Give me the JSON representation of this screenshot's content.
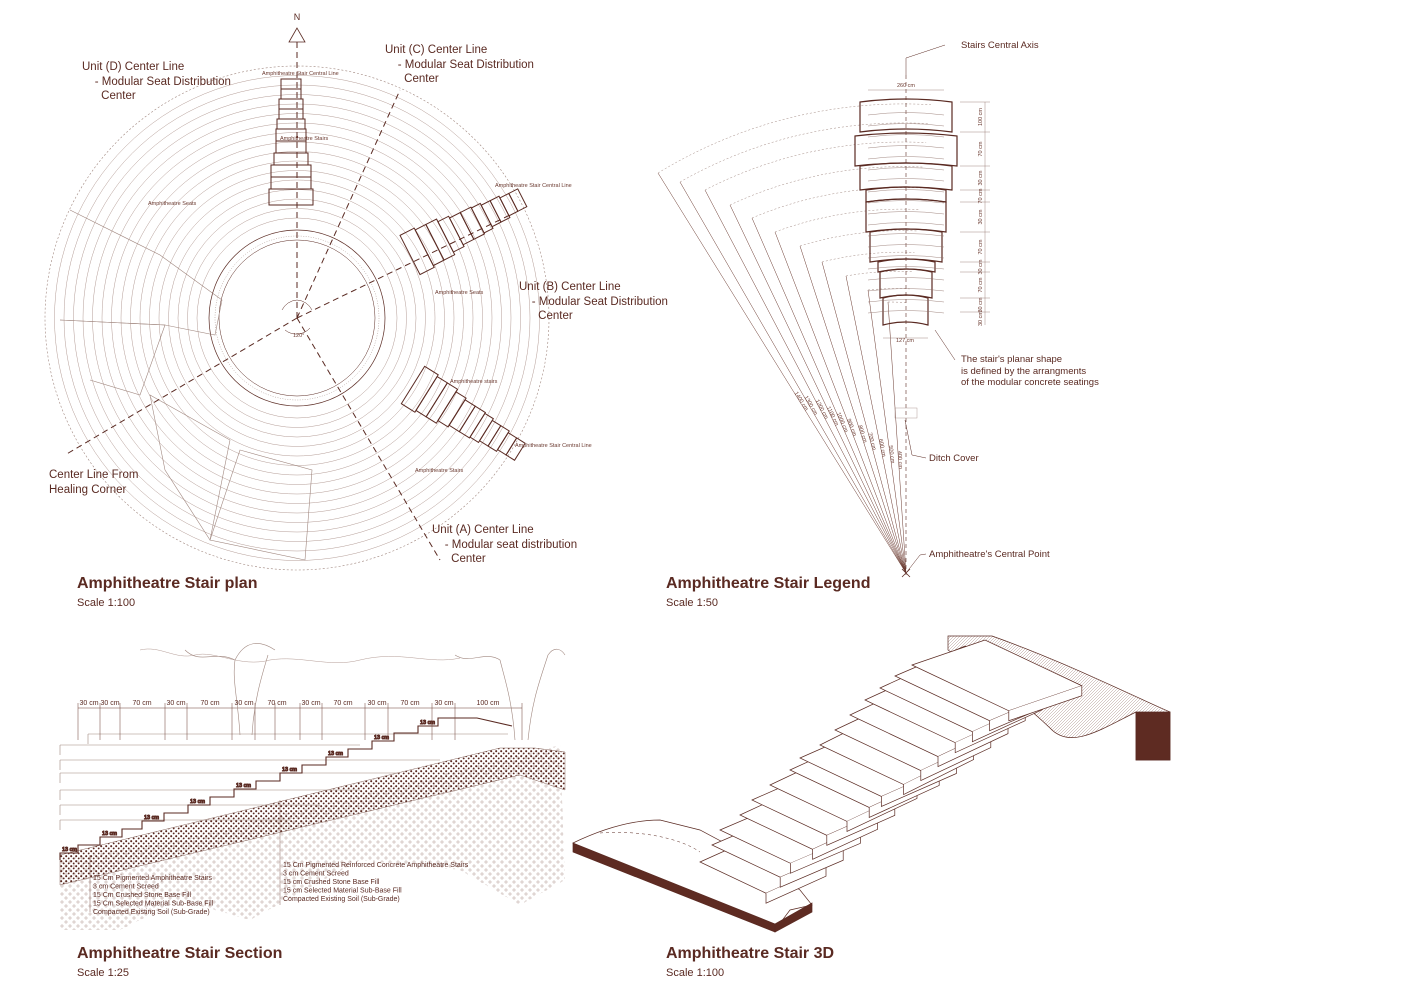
{
  "plan": {
    "north": "N",
    "title": "Amphitheatre Stair plan",
    "scale": "Scale 1:100",
    "unit_d": "Unit (D) Center Line\n    - Modular Seat Distribution\n      Center",
    "unit_c": "Unit (C) Center Line\n    - Modular Seat Distribution\n      Center",
    "unit_b": "Unit (B) Center Line\n    - Modular Seat Distribution\n      Center",
    "unit_a": "Unit (A) Center Line\n    - Modular seat distribution\n      Center",
    "healing": "Center Line From\nHealing Corner",
    "small": {
      "central_line_top": "Amphitheatre Stair Central Line",
      "stairs_top": "Amphitheatre Stairs",
      "seats_left": "Amphitheatre Seats",
      "central_line_right": "Amphitheatre Stair Central Line",
      "seats_right": "Amphitheatre Seats",
      "stairs_lower": "Amphitheatre stairs",
      "central_line_lower": "Amphitheatre Stair Central Line",
      "stairs_bottom": "Amphitheatre Stairs",
      "angle": "120°"
    }
  },
  "legend": {
    "title": "Amphitheatre Stair Legend",
    "scale": "Scale 1:50",
    "axis": "Stairs Central Axis",
    "planar": "The stair's planar shape\nis defined by the arrangments\nof the modular concrete seatings",
    "ditch": "Ditch Cover",
    "central_point": "Amphitheatre's Central Point",
    "top_width": "260 cm",
    "bottom_width": "127 cm",
    "right_dims": [
      "100 cm",
      "70 cm",
      "30 cm",
      "70 cm",
      "30 cm",
      "70 cm",
      "30 cm",
      "70 cm",
      "30 cm",
      "30 cm"
    ],
    "radii": [
      "1400 cm",
      "1300 cm",
      "1200 cm",
      "1100 cm",
      "1000 cm",
      "900 cm",
      "800 cm",
      "700 cm",
      "600 cm",
      "500 cm",
      "400 cm"
    ]
  },
  "section": {
    "title": "Amphitheatre Stair Section",
    "scale": "Scale 1:25",
    "dims": [
      "30 cm",
      "30 cm",
      "70 cm",
      "30 cm",
      "70 cm",
      "30 cm",
      "70 cm",
      "30 cm",
      "70 cm",
      "30 cm",
      "70 cm",
      "30 cm",
      "100 cm"
    ],
    "step_label": "13 cm",
    "layers_left": [
      "15 Cm Pigmented Amphitheatre Stairs",
      "3 cm Cement Screed",
      "15 Cm Crushed Stone Base Fill",
      "15 Cm Selected Material Sub-Base Fill",
      "Compacted Existing Soil (Sub-Grade)"
    ],
    "layers_right": [
      "15 Cm Pigmented Reinforced Concrete Amphitheatre Stairs",
      "3 cm Cement Screed",
      "15 cm Crushed Stone Base Fill",
      "15 cm Selected Material Sub-Base Fill",
      "Compacted Existing Soil (Sub-Grade)"
    ]
  },
  "view3d": {
    "title": "Amphitheatre Stair 3D",
    "scale": "Scale 1:100"
  },
  "colors": {
    "ink": "#5a2a22",
    "fill": "#5e2b22",
    "light": "#b89a93"
  }
}
